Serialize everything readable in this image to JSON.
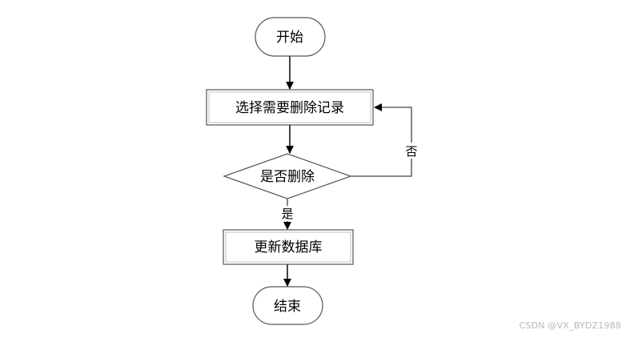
{
  "flowchart": {
    "start_label": "开始",
    "select_label": "选择需要删除记录",
    "decision_label": "是否删除",
    "no_label": "否",
    "yes_label": "是",
    "update_label": "更新数据库",
    "end_label": "结束"
  },
  "watermark": "CSDN @VX_BYDZ1988"
}
